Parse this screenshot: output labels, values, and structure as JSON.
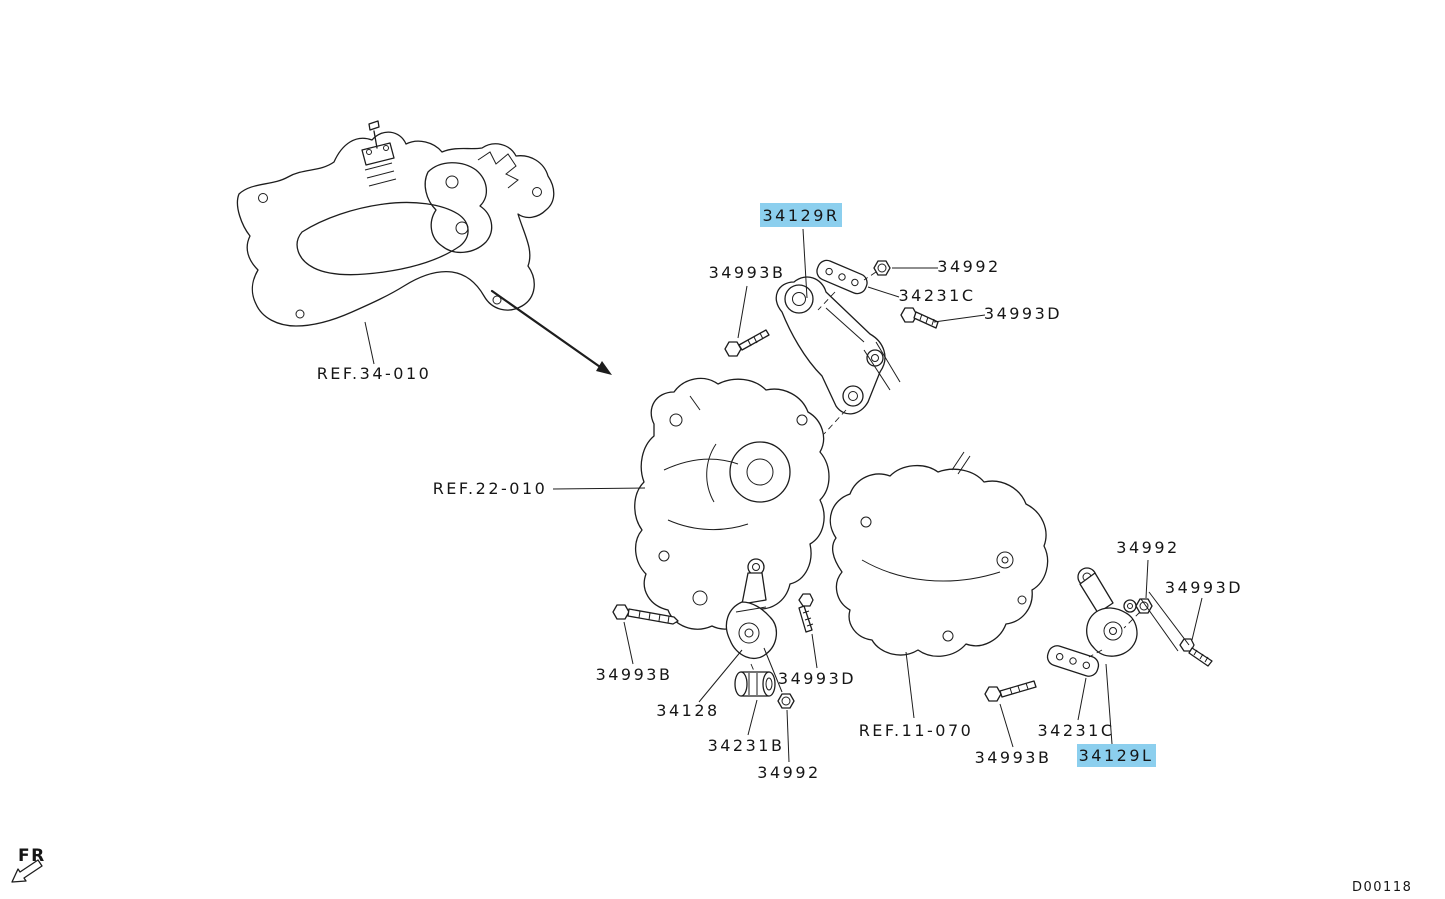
{
  "page": {
    "background": "#ffffff"
  },
  "diagram": {
    "highlight_color": "#8ccfee",
    "line_color": "#1d1d1d",
    "orientation_label": "FR",
    "drawing_number": "D00118",
    "refs": {
      "subframe": "REF.34-010",
      "transmission": "REF.22-010",
      "engine": "REF.11-070"
    },
    "callouts": {
      "mount_right": "34129R",
      "mount_left": "34129L",
      "bolt_34993B_upper": "34993B",
      "nut_34992_upper": "34992",
      "damper_34231C_upper": "34231C",
      "bolt_34993D_upper": "34993D",
      "bolt_34993B_mid": "34993B",
      "bracket_34128": "34128",
      "bolt_34993D_mid": "34993D",
      "bushing_34231B": "34231B",
      "nut_34992_mid": "34992",
      "nut_34992_right": "34992",
      "bolt_34993D_right": "34993D",
      "damper_34231C_right": "34231C",
      "bolt_34993B_right": "34993B"
    }
  }
}
